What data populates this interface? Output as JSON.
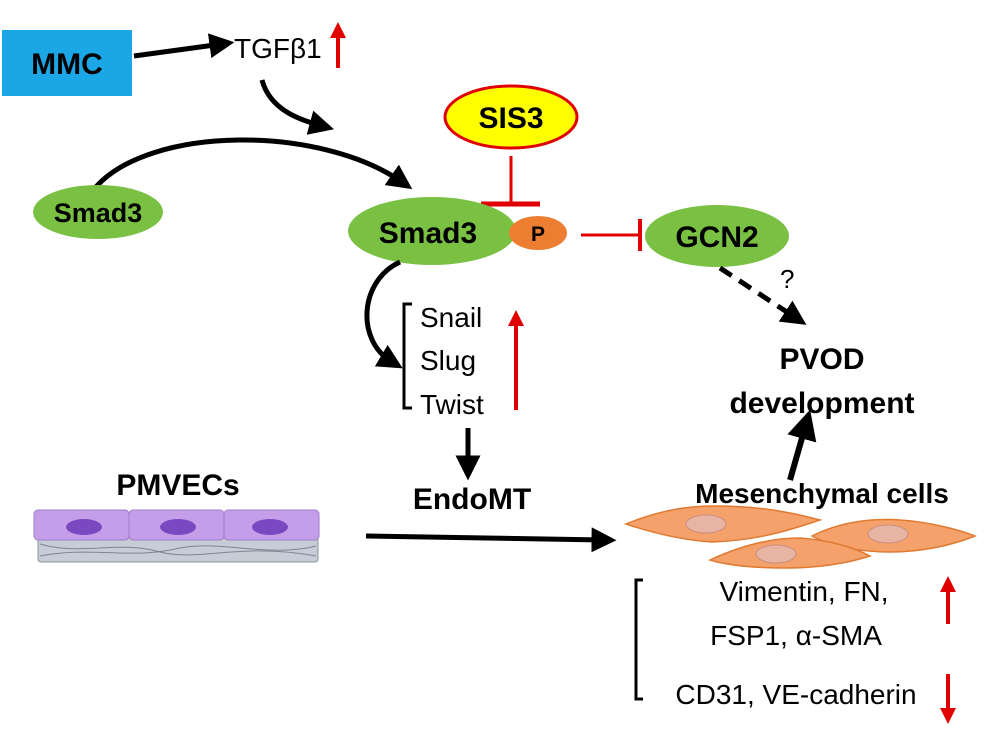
{
  "colors": {
    "mmc_box": "#1ba6e6",
    "green_node": "#7ac143",
    "sis3_fill": "#ffff00",
    "inhibit_red": "#e00000",
    "up_arrow": "#e00000",
    "phospho": "#ed7d31",
    "cell_fill": "#f4a16b",
    "endo_cell": "#c49ee8",
    "endo_nucleus": "#7a49c2"
  },
  "nodes": {
    "mmc": "MMC",
    "tgfb1": "TGFβ1",
    "sis3": "SIS3",
    "smad3_free": "Smad3",
    "smad3_bound": "Smad3",
    "phospho": "P",
    "gcn2": "GCN2",
    "question": "?",
    "pvod_line1": "PVOD",
    "pvod_line2": "development",
    "tf_snail": "Snail",
    "tf_slug": "Slug",
    "tf_twist": "Twist",
    "endomt": "EndoMT",
    "pmvecs": "PMVECs",
    "mesenchymal": "Mesenchymal cells",
    "marker_line1": "Vimentin, FN,",
    "marker_line2": "FSP1, α-SMA",
    "marker_line3": "CD31, VE-cadherin"
  }
}
